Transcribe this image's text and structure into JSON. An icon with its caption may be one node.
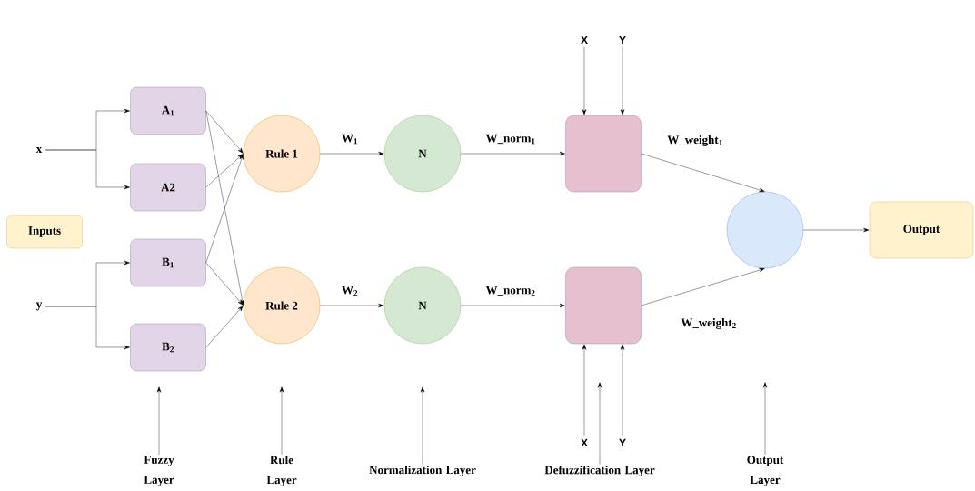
{
  "diagram": {
    "nodes": [
      {
        "text": [
          "x"
        ]
      },
      {
        "text": [
          "y"
        ]
      },
      {
        "text": [
          "Inputs"
        ]
      },
      {
        "text": [
          "A$_{1}$"
        ]
      },
      {
        "text": [
          "A2"
        ]
      },
      {
        "text": [
          "B$_{1}$"
        ]
      },
      {
        "text": [
          "B$_{2}$"
        ]
      },
      {
        "text": [
          "Rule 1"
        ]
      },
      {
        "text": [
          "Rule 2"
        ]
      },
      {
        "text": [
          "N"
        ]
      },
      {
        "text": [
          "N"
        ]
      },
      {
        "text": [],
        "shape": "box"
      },
      {
        "text": [],
        "shape": "box"
      },
      {
        "text": [],
        "shape": "circle"
      },
      {
        "text": [
          "Output"
        ]
      },
      {
        "text": [
          "X"
        ]
      },
      {
        "text": [
          "Y"
        ]
      },
      {
        "text": [
          "X"
        ]
      },
      {
        "text": [
          "Y"
        ]
      },
      {
        "text": [
          "Fuzzy Layer"
        ]
      },
      {
        "text": [
          "Rule Layer"
        ]
      },
      {
        "text": [
          "Normalization Layer"
        ]
      },
      {
        "text": [
          "Defuzzification Layer"
        ]
      },
      {
        "text": [
          "Output Layer"
        ]
      }
    ],
    "edges": [
      {
        "from": 0,
        "to": 3,
        "arrow": "to"
      },
      {
        "from": 0,
        "to": 4,
        "arrow": "to"
      },
      {
        "from": 1,
        "to": 5,
        "arrow": "to"
      },
      {
        "from": 1,
        "to": 6,
        "arrow": "to"
      },
      {
        "from": 3,
        "to": 7,
        "arrow": "to"
      },
      {
        "from": 3,
        "to": 8,
        "arrow": "to"
      },
      {
        "from": 4,
        "to": 7,
        "arrow": "to"
      },
      {
        "from": 5,
        "to": 7,
        "arrow": "to"
      },
      {
        "from": 5,
        "to": 8,
        "arrow": "to"
      },
      {
        "from": 6,
        "to": 8,
        "arrow": "to"
      },
      {
        "from": 7,
        "to": 9,
        "arrow": "to",
        "label": "W$_{1}$"
      },
      {
        "from": 8,
        "to": 10,
        "arrow": "to",
        "label": "W$_{2}$"
      },
      {
        "from": 9,
        "to": 11,
        "arrow": "to",
        "label": "W_norm$_{1}$"
      },
      {
        "from": 10,
        "to": 12,
        "arrow": "to",
        "label": "W_norm$_{2}$"
      },
      {
        "from": 15,
        "to": 11,
        "arrow": "to"
      },
      {
        "from": 16,
        "to": 11,
        "arrow": "to"
      },
      {
        "from": 17,
        "to": 12,
        "arrow": "to"
      },
      {
        "from": 18,
        "to": 12,
        "arrow": "to"
      },
      {
        "from": 11,
        "to": 13,
        "arrow": "to",
        "label": "W_weight$_{1}$"
      },
      {
        "from": 12,
        "to": 13,
        "arrow": "to",
        "label": "W_weight$_{2}$"
      },
      {
        "from": 13,
        "to": 14,
        "arrow": "to"
      },
      {
        "from": 19,
        "to": null,
        "arrow": "to"
      },
      {
        "from": 20,
        "to": null,
        "arrow": "to"
      },
      {
        "from": 21,
        "to": null,
        "arrow": "to"
      },
      {
        "from": 22,
        "to": null,
        "arrow": "to"
      },
      {
        "from": 23,
        "to": null,
        "arrow": "to"
      }
    ]
  }
}
